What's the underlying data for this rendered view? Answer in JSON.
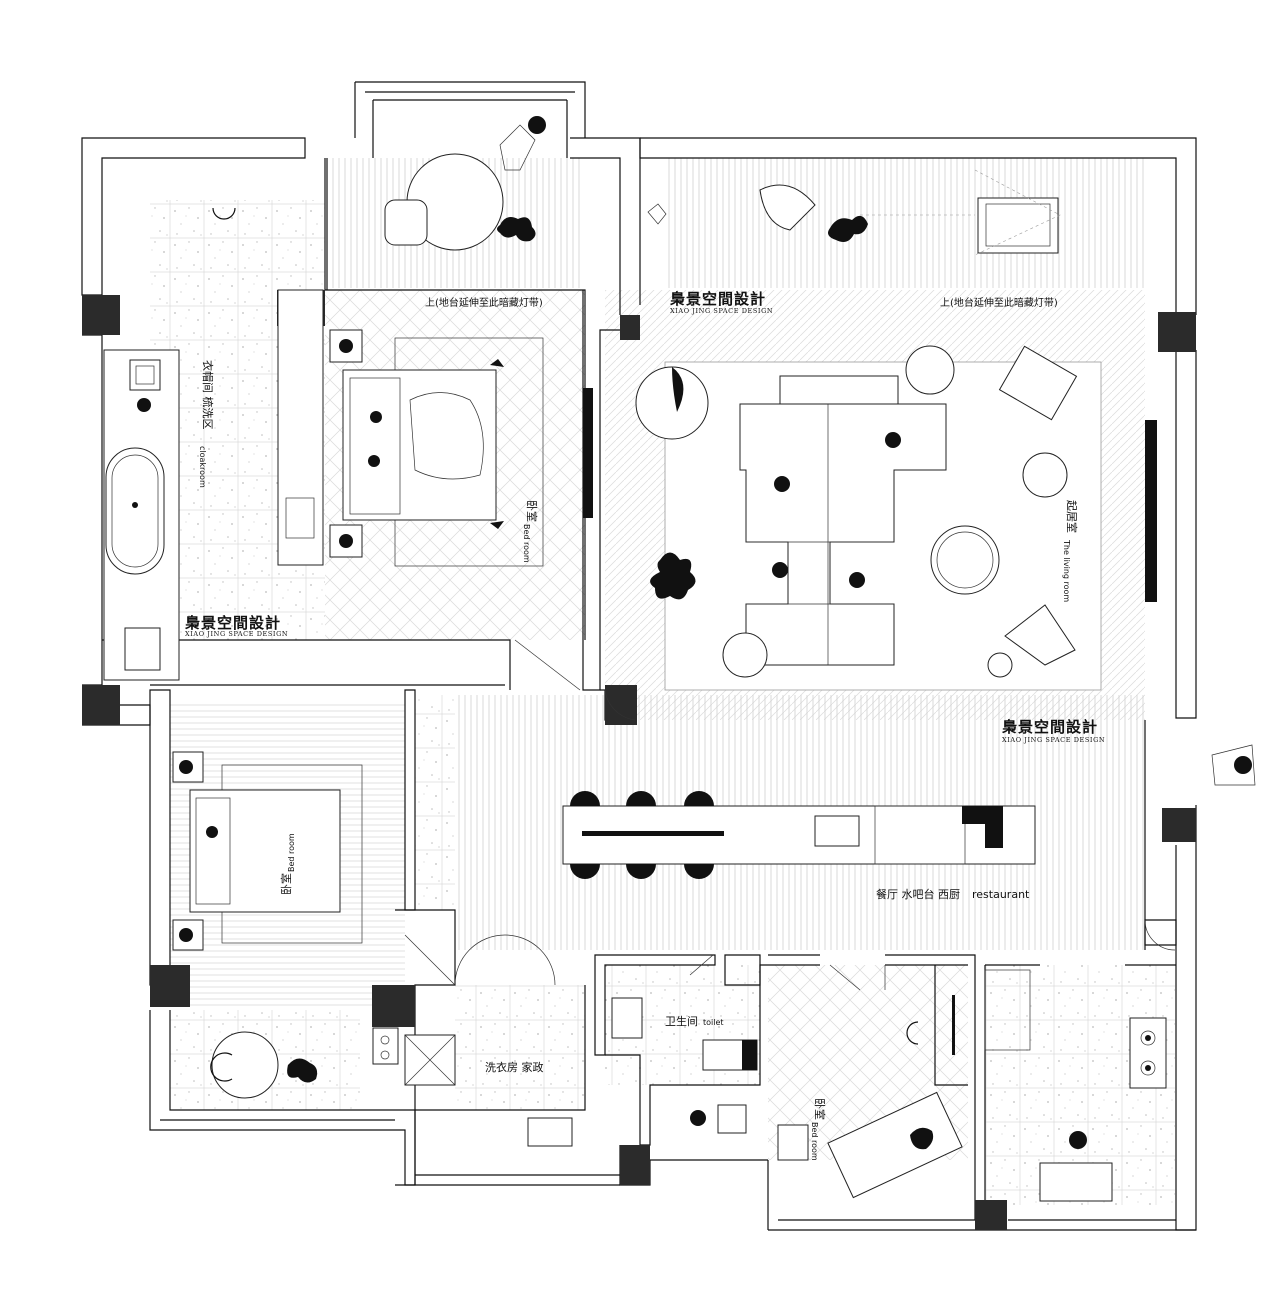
{
  "brand": {
    "name": "梟景空間設計",
    "subtitle": "XIAO JING SPACE DESIGN"
  },
  "notes": {
    "stair_bedroom": "上(地台延伸至此暗藏灯带)",
    "stair_living": "上(地台延伸至此暗藏灯带)"
  },
  "rooms": {
    "cloakroom": {
      "cn": "衣帽间  梳洗区",
      "en": "cloakroom"
    },
    "master_bedroom": {
      "cn": "卧室",
      "en": "Bed room"
    },
    "living_room": {
      "cn": "起居室",
      "en": "The living room"
    },
    "bedroom2": {
      "cn": "卧室",
      "en": "Bed room"
    },
    "dining": {
      "cn": "餐厅  水吧台  西厨",
      "en": "restaurant"
    },
    "toilet": {
      "cn": "卫生间",
      "en": "toilet"
    },
    "laundry": {
      "cn": "洗衣房  家政"
    },
    "bedroom3": {
      "cn": "卧室",
      "en": "Bed room"
    }
  },
  "colors": {
    "wall": "#111111",
    "pillar": "#2b2b2b",
    "floor_hatch": "#cfcfcf",
    "terrazzo_dot": "#bdbdbd"
  },
  "icons": [
    "person-icon",
    "dog-icon",
    "armchair-icon",
    "bed-icon",
    "bathtub-icon",
    "sofa-icon",
    "sink-icon",
    "stove-icon"
  ]
}
